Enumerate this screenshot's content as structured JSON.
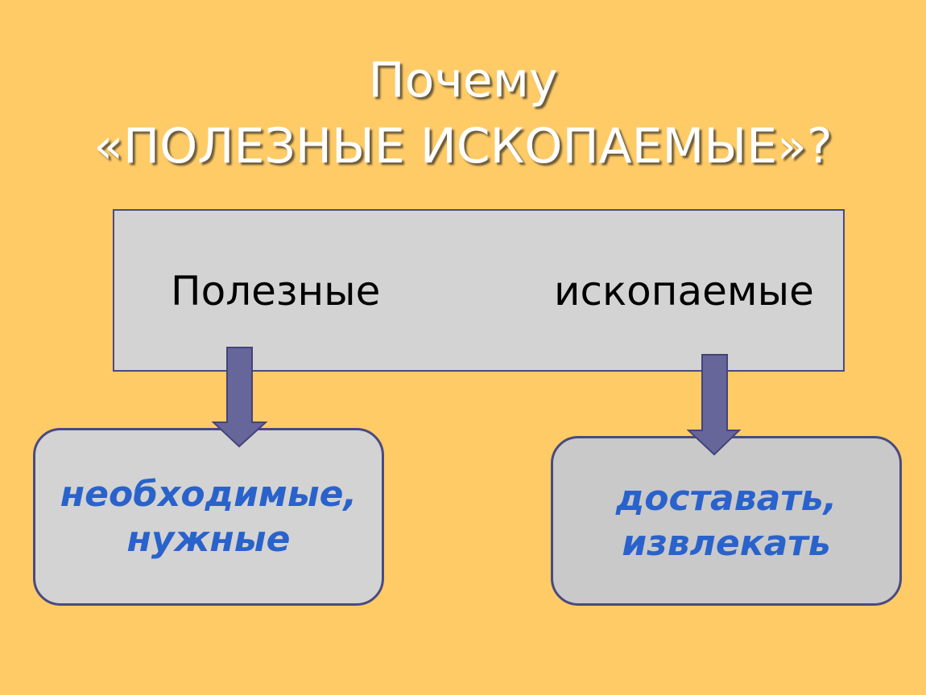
{
  "title": {
    "line1": "Почему",
    "line2": "«ПОЛЕЗНЫЕ  ИСКОПАЕМЫЕ»?"
  },
  "top_box": {
    "left_word": "Полезные",
    "right_word": "ископаемые"
  },
  "left_box": {
    "line1": "необходимые,",
    "line2": "нужные"
  },
  "right_box": {
    "line1": "доставать,",
    "line2": "извлекать"
  },
  "colors": {
    "background": "#fecb66",
    "box": "#d3d3d3",
    "arrow": "#66669a",
    "accent_text": "#2a62cc"
  }
}
